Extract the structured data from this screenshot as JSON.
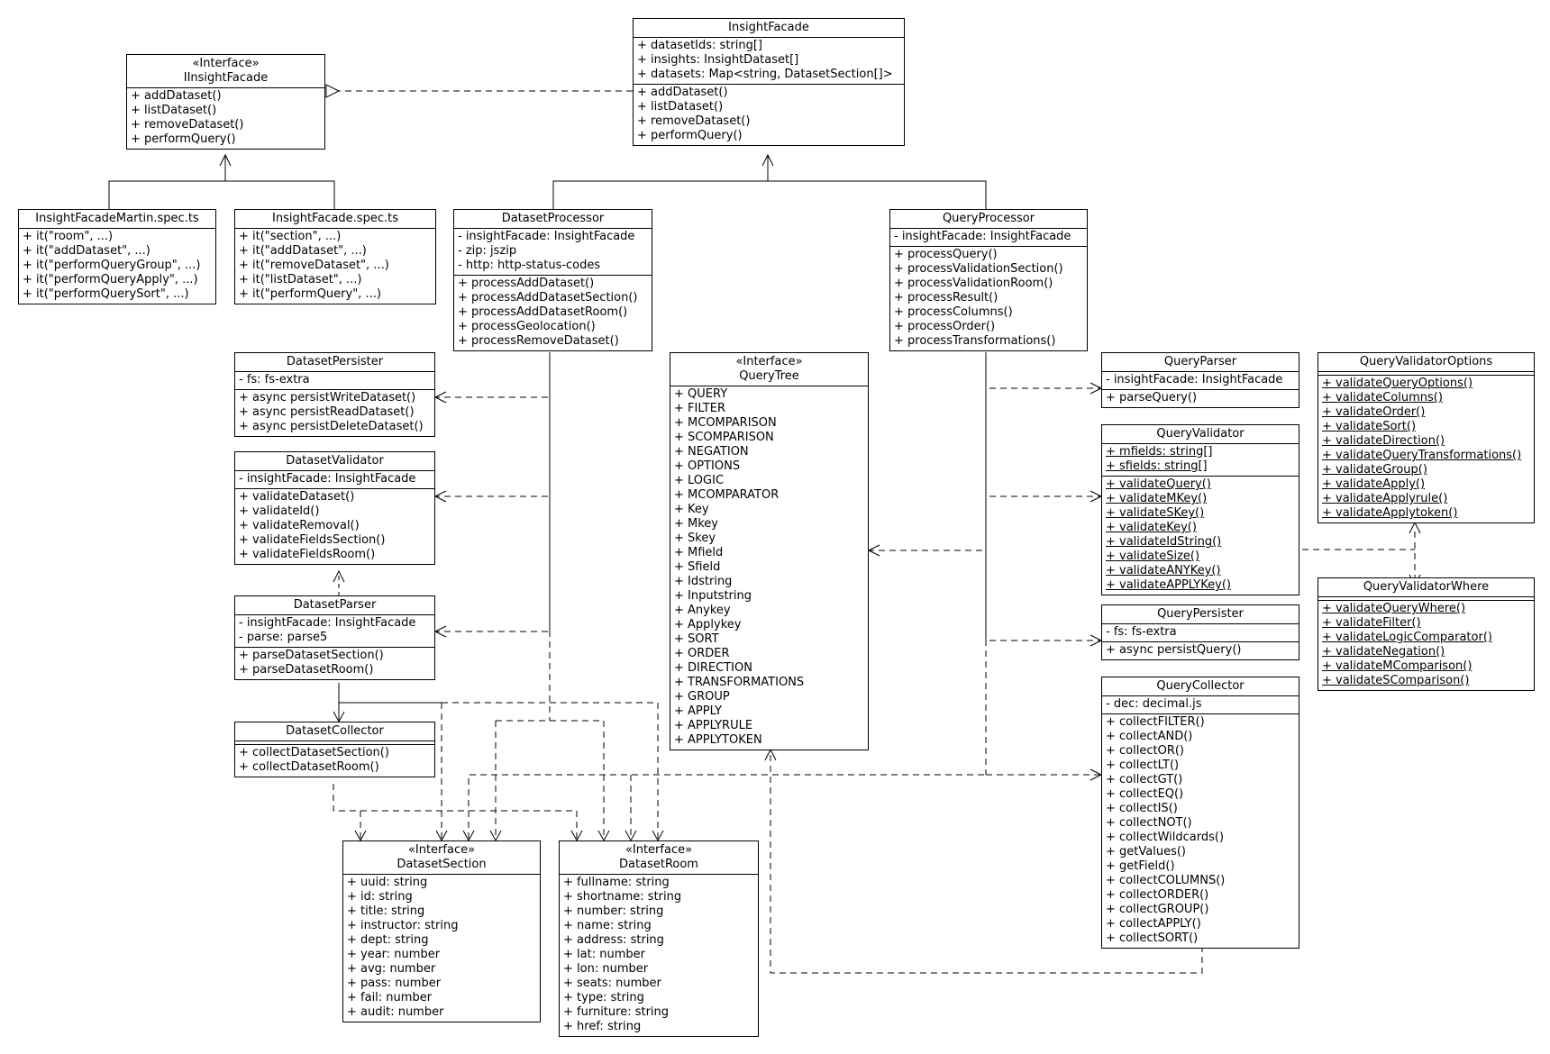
{
  "diagram": {
    "type": "uml-class-diagram",
    "classes": {
      "IInsightFacade": {
        "stereotype": "«Interface»",
        "name": "IInsightFacade",
        "attributes": [],
        "methods": [
          "+ addDataset()",
          "+ listDataset()",
          "+ removeDataset()",
          "+ performQuery()"
        ]
      },
      "InsightFacade": {
        "name": "InsightFacade",
        "attributes": [
          "+ datasetIds: string[]",
          "+ insights: InsightDataset[]",
          "+ datasets: Map<string, DatasetSection[]>"
        ],
        "methods": [
          "+ addDataset()",
          "+ listDataset()",
          "+ removeDataset()",
          "+ performQuery()"
        ]
      },
      "InsightFacadeMartinSpec": {
        "name": "InsightFacadeMartin.spec.ts",
        "methods": [
          "+ it(\"room\", ...)",
          "+ it(\"addDataset\", ...)",
          "+ it(\"performQueryGroup\", ...)",
          "+ it(\"performQueryApply\", ...)",
          "+ it(\"performQuerySort\", ...)"
        ]
      },
      "InsightFacadeSpec": {
        "name": "InsightFacade.spec.ts",
        "methods": [
          "+ it(\"section\", ...)",
          "+ it(\"addDataset\", ...)",
          "+ it(\"removeDataset\", ...)",
          "+ it(\"listDataset\", ...)",
          "+ it(\"performQuery\", ...)"
        ]
      },
      "DatasetProcessor": {
        "name": "DatasetProcessor",
        "attributes": [
          "- insightFacade: InsightFacade",
          "- zip: jszip",
          "- http: http-status-codes"
        ],
        "methods": [
          "+ processAddDataset()",
          "+ processAddDatasetSection()",
          "+ processAddDatasetRoom()",
          "+ processGeolocation()",
          "+ processRemoveDataset()"
        ]
      },
      "QueryProcessor": {
        "name": "QueryProcessor",
        "attributes": [
          "- insightFacade: InsightFacade"
        ],
        "methods": [
          "+ processQuery()",
          "+ processValidationSection()",
          "+ processValidationRoom()",
          "+ processResult()",
          "+ processColumns()",
          "+ processOrder()",
          "+ processTransformations()"
        ]
      },
      "DatasetPersister": {
        "name": "DatasetPersister",
        "attributes": [
          "- fs: fs-extra"
        ],
        "methods": [
          "+ async persistWriteDataset()",
          "+ async persistReadDataset()",
          "+ async persistDeleteDataset()"
        ]
      },
      "DatasetValidator": {
        "name": "DatasetValidator",
        "attributes": [
          "- insightFacade: InsightFacade"
        ],
        "methods": [
          "+ validateDataset()",
          "+ validateId()",
          "+ validateRemoval()",
          "+ validateFieldsSection()",
          "+ validateFieldsRoom()"
        ]
      },
      "DatasetParser": {
        "name": "DatasetParser",
        "attributes": [
          "- insightFacade: InsightFacade",
          "- parse: parse5"
        ],
        "methods": [
          "+ parseDatasetSection()",
          "+ parseDatasetRoom()"
        ]
      },
      "DatasetCollector": {
        "name": "DatasetCollector",
        "attributes": [],
        "methods": [
          "+ collectDatasetSection()",
          "+ collectDatasetRoom()"
        ]
      },
      "QueryTree": {
        "stereotype": "«Interface»",
        "name": "QueryTree",
        "attributes": [
          "+ QUERY",
          "+ FILTER",
          "+ MCOMPARISON",
          "+ SCOMPARISON",
          "+ NEGATION",
          "+ OPTIONS",
          "+ LOGIC",
          "+ MCOMPARATOR",
          "+ Key",
          "+ Mkey",
          "+ Skey",
          "+ Mfield",
          "+ Sfield",
          "+ Idstring",
          "+ Inputstring",
          "+ Anykey",
          "+ Applykey",
          "+ SORT",
          "+ ORDER",
          "+ DIRECTION",
          "+ TRANSFORMATIONS",
          "+ GROUP",
          "+ APPLY",
          "+ APPLYRULE",
          "+ APPLYTOKEN"
        ]
      },
      "QueryParser": {
        "name": "QueryParser",
        "attributes": [
          "- insightFacade: InsightFacade"
        ],
        "methods": [
          "+ parseQuery()"
        ]
      },
      "QueryValidator": {
        "name": "QueryValidator",
        "attributes": [
          "+ mfields: string[]",
          "+ sfields: string[]"
        ],
        "methods": [
          "+ validateQuery()",
          "+ validateMKey()",
          "+ validateSKey()",
          "+ validateKey()",
          "+ validateIdString()",
          "+ validateSize()",
          "+ validateANYKey()",
          "+ validateAPPLYKey()"
        ]
      },
      "QueryPersister": {
        "name": "QueryPersister",
        "attributes": [
          "- fs: fs-extra"
        ],
        "methods": [
          "+ async persistQuery()"
        ]
      },
      "QueryCollector": {
        "name": "QueryCollector",
        "attributes": [
          "- dec: decimal.js"
        ],
        "methods": [
          "+ collectFILTER()",
          "+ collectAND()",
          "+ collectOR()",
          "+ collectLT()",
          "+ collectGT()",
          "+ collectEQ()",
          "+ collectIS()",
          "+ collectNOT()",
          "+ collectWildcards()",
          "+ getValues()",
          "+ getField()",
          "+ collectCOLUMNS()",
          "+ collectORDER()",
          "+ collectGROUP()",
          "+ collectAPPLY()",
          "+ collectSORT()"
        ]
      },
      "QueryValidatorOptions": {
        "name": "QueryValidatorOptions",
        "attributes": [],
        "methods": [
          "+ validateQueryOptions()",
          "+ validateColumns()",
          "+ validateOrder()",
          "+ validateSort()",
          "+ validateDirection()",
          "+ validateQueryTransformations()",
          "+ validateGroup()",
          "+ validateApply()",
          "+ validateApplyrule()",
          "+ validateApplytoken()"
        ]
      },
      "QueryValidatorWhere": {
        "name": "QueryValidatorWhere",
        "attributes": [],
        "methods": [
          "+ validateQueryWhere()",
          "+ validateFilter()",
          "+ validateLogicComparator()",
          "+ validateNegation()",
          "+ validateMComparison()",
          "+ validateSComparison()"
        ]
      },
      "DatasetSection": {
        "stereotype": "«Interface»",
        "name": "DatasetSection",
        "attributes": [
          "+ uuid: string",
          "+ id: string",
          "+ title: string",
          "+ instructor: string",
          "+ dept: string",
          "+ year: number",
          "+ avg: number",
          "+ pass: number",
          "+ fail: number",
          "+ audit: number"
        ]
      },
      "DatasetRoom": {
        "stereotype": "«Interface»",
        "name": "DatasetRoom",
        "attributes": [
          "+ fullname: string",
          "+ shortname: string",
          "+ number: string",
          "+ name: string",
          "+ address: string",
          "+ lat: number",
          "+ lon: number",
          "+ seats: number",
          "+ type: string",
          "+ furniture: string",
          "+ href: string"
        ]
      }
    },
    "relationships": [
      {
        "from": "InsightFacade",
        "to": "IInsightFacade",
        "kind": "realization"
      },
      {
        "from": "InsightFacadeMartinSpec",
        "to": "IInsightFacade",
        "kind": "association"
      },
      {
        "from": "InsightFacadeSpec",
        "to": "IInsightFacade",
        "kind": "association"
      },
      {
        "from": "DatasetProcessor",
        "to": "InsightFacade",
        "kind": "association"
      },
      {
        "from": "QueryProcessor",
        "to": "InsightFacade",
        "kind": "association"
      },
      {
        "from": "DatasetProcessor",
        "to": "DatasetPersister",
        "kind": "dependency"
      },
      {
        "from": "DatasetProcessor",
        "to": "DatasetValidator",
        "kind": "dependency"
      },
      {
        "from": "DatasetProcessor",
        "to": "DatasetParser",
        "kind": "dependency"
      },
      {
        "from": "DatasetParser",
        "to": "DatasetValidator",
        "kind": "dependency"
      },
      {
        "from": "DatasetParser",
        "to": "DatasetCollector",
        "kind": "association"
      },
      {
        "from": "DatasetParser",
        "to": "DatasetSection",
        "kind": "dependency"
      },
      {
        "from": "DatasetParser",
        "to": "DatasetRoom",
        "kind": "dependency"
      },
      {
        "from": "DatasetProcessor",
        "to": "DatasetSection",
        "kind": "dependency"
      },
      {
        "from": "DatasetProcessor",
        "to": "DatasetRoom",
        "kind": "dependency"
      },
      {
        "from": "DatasetCollector",
        "to": "DatasetSection",
        "kind": "dependency"
      },
      {
        "from": "DatasetCollector",
        "to": "DatasetRoom",
        "kind": "dependency"
      },
      {
        "from": "QueryProcessor",
        "to": "QueryParser",
        "kind": "dependency"
      },
      {
        "from": "QueryProcessor",
        "to": "QueryValidator",
        "kind": "dependency"
      },
      {
        "from": "QueryProcessor",
        "to": "QueryPersister",
        "kind": "dependency"
      },
      {
        "from": "QueryProcessor",
        "to": "QueryCollector",
        "kind": "dependency"
      },
      {
        "from": "QueryProcessor",
        "to": "QueryTree",
        "kind": "dependency"
      },
      {
        "from": "QueryProcessor",
        "to": "DatasetSection",
        "kind": "dependency"
      },
      {
        "from": "QueryProcessor",
        "to": "DatasetRoom",
        "kind": "dependency"
      },
      {
        "from": "QueryValidator",
        "to": "QueryValidatorOptions",
        "kind": "dependency"
      },
      {
        "from": "QueryValidator",
        "to": "QueryValidatorWhere",
        "kind": "dependency"
      },
      {
        "from": "QueryCollector",
        "to": "QueryTree",
        "kind": "dependency"
      }
    ]
  }
}
